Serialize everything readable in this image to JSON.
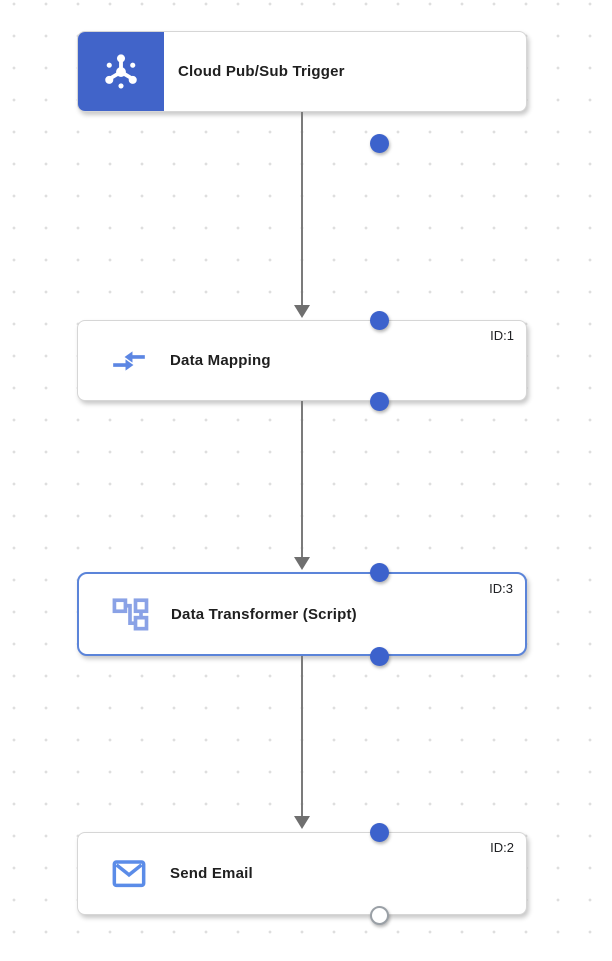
{
  "canvas": {
    "type": "workflow-editor-canvas",
    "grid_dot_color": "#dedede"
  },
  "colors": {
    "trigger_block_blue": "#4164c9",
    "port_blue": "#3c62cc",
    "selected_node_border": "#5b84d9",
    "connector_gray": "#7b7b7b",
    "mapping_icon_blue": "#5c86e3",
    "transformer_icon_blue": "#8aa2e6",
    "email_icon_blue": "#5b8ce8",
    "node_border_gray": "#d6d6d6",
    "title_text": "#1f1f1f"
  },
  "nodes": [
    {
      "title": "Cloud Pub/Sub Trigger",
      "badge": "",
      "icon": "pubsub-icon",
      "kind": "trigger",
      "selected": false
    },
    {
      "title": "Data Mapping",
      "badge": "ID:1",
      "icon": "data-mapping-icon",
      "kind": "task",
      "selected": false
    },
    {
      "title": "Data Transformer (Script)",
      "badge": "ID:3",
      "icon": "data-transformer-icon",
      "kind": "task",
      "selected": true
    },
    {
      "title": "Send Email",
      "badge": "ID:2",
      "icon": "send-email-icon",
      "kind": "task",
      "selected": false
    }
  ],
  "edges": [
    {
      "from": "Cloud Pub/Sub Trigger",
      "to": "Data Mapping"
    },
    {
      "from": "Data Mapping",
      "to": "Data Transformer (Script)"
    },
    {
      "from": "Data Transformer (Script)",
      "to": "Send Email"
    }
  ],
  "ports": {
    "connected_style": "filled-blue",
    "open_style": "white-gray-outline",
    "open_port_node": "Send Email"
  }
}
